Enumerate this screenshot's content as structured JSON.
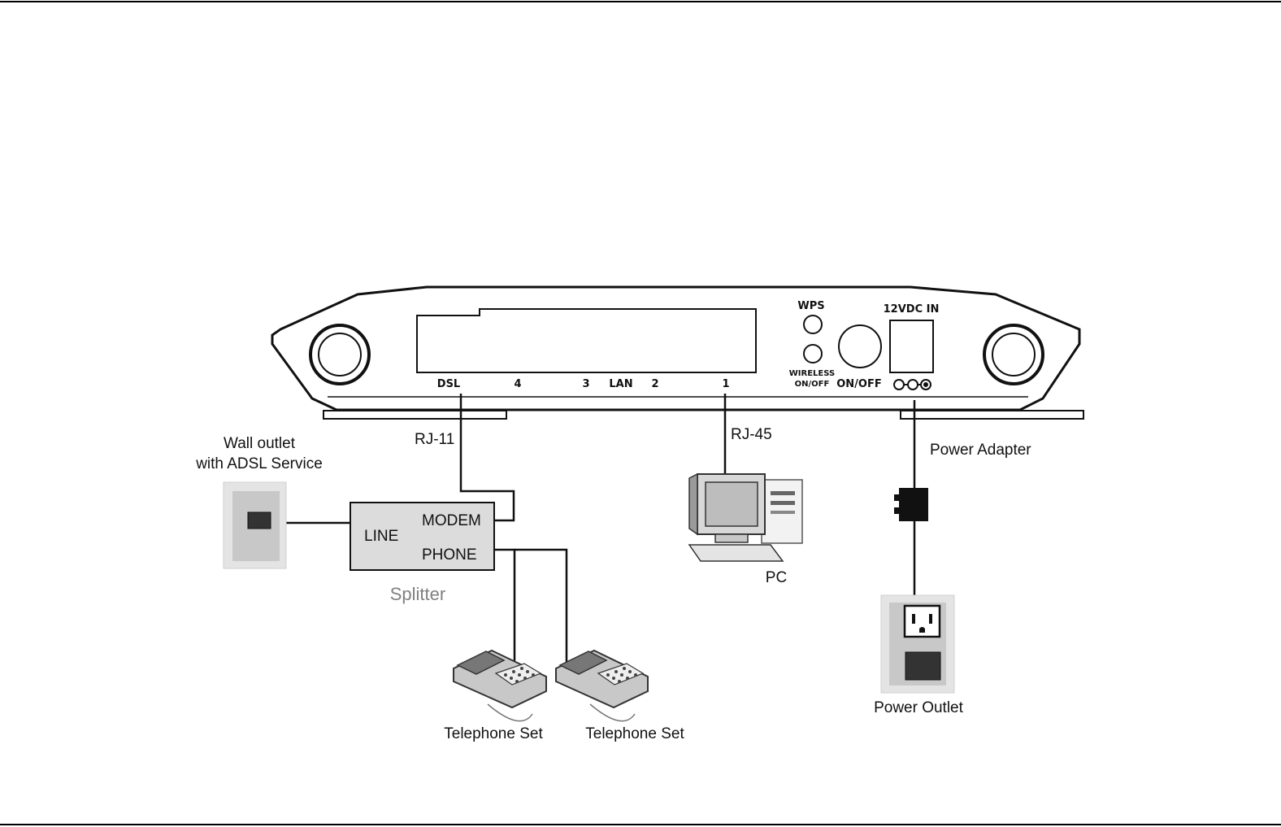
{
  "router": {
    "wps": "WPS",
    "wireless_line1": "WIRELESS",
    "wireless_line2": "ON/OFF",
    "onoff": "ON/OFF",
    "power_in": "12VDC IN",
    "dsl": "DSL",
    "lan": "LAN",
    "port4": "4",
    "port3": "3",
    "port2": "2",
    "port1": "1"
  },
  "cables": {
    "rj11": "RJ-11",
    "rj45": "RJ-45",
    "power_adapter": "Power Adapter"
  },
  "wall_outlet": {
    "line1": "Wall outlet",
    "line2": "with ADSL Service"
  },
  "splitter": {
    "line": "LINE",
    "modem": "MODEM",
    "phone": "PHONE",
    "caption": "Splitter"
  },
  "pc": {
    "label": "PC"
  },
  "telephones": [
    "Telephone Set",
    "Telephone Set"
  ],
  "power_outlet": {
    "label": "Power Outlet"
  },
  "colors": {
    "line": "#111111",
    "device_fill": "#ffffff",
    "box_fill": "#dcdcdc",
    "outlet_plate": "#e4e4e4",
    "splitter_caption": "#808080"
  }
}
